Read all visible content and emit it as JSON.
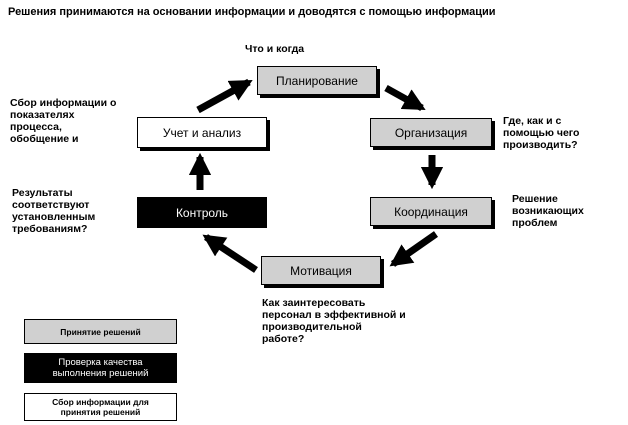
{
  "title": "Решения принимаются на основании информации и доводятся с помощью информации",
  "stages": {
    "planning": "Планирование",
    "organization": "Организация",
    "coordination": "Координация",
    "motivation": "Мотивация",
    "control": "Контроль",
    "accounting": "Учет и анализ"
  },
  "questions": {
    "planning": "Что и когда",
    "organization": "Где, как и с\nпомощью чего\nпроизводить?",
    "coordination": "Решение\nвозникающих\nпроблем",
    "motivation": "Как заинтересовать\nперсонал в эффективной и\nпроизводительной\nработе?",
    "control": "Результаты\nсоответствуют\nустановленным\nтребованиям?",
    "accounting": "Сбор информации о\nпоказателях\nпроцесса,\nобобщение и"
  },
  "legend": {
    "decision_making": "Принятие решений",
    "quality_check": "Проверка качества\nвыполнения решений",
    "info_collection": "Сбор информации для\nпринятия решений"
  },
  "colors": {
    "gray_fill": "#d0d0d0",
    "black_fill": "#000000",
    "white_fill": "#ffffff"
  }
}
